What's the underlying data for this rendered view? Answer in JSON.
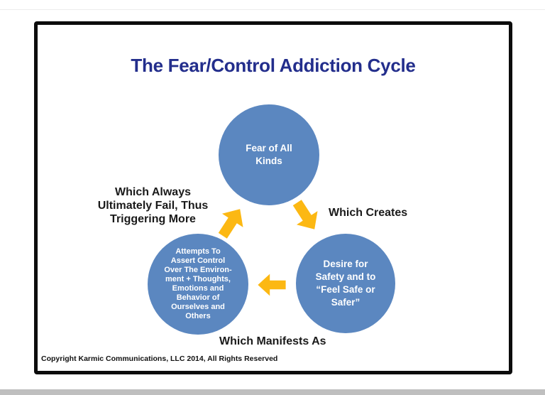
{
  "slide": {
    "title": "The Fear/Control Addiction Cycle",
    "copyright": "Copyright Karmic Communications, LLC 2014, All Rights Reserved"
  },
  "cycle": {
    "nodes": [
      {
        "name": "fear",
        "text": "Fear of All\nKinds"
      },
      {
        "name": "desire",
        "text": "Desire for\nSafety and to\n“Feel Safe or\nSafer”"
      },
      {
        "name": "control",
        "text": "Attempts To\nAssert Control\nOver The Environ-\nment + Thoughts,\nEmotions and\nBehavior of\nOurselves and\nOthers"
      }
    ],
    "edges": [
      {
        "from": "fear",
        "to": "desire",
        "label": "Which Creates"
      },
      {
        "from": "desire",
        "to": "control",
        "label": "Which Manifests As"
      },
      {
        "from": "control",
        "to": "fear",
        "label": "Which Always\nUltimately Fail, Thus\nTriggering More"
      }
    ]
  },
  "colors": {
    "slide_border": "#0c0c0c",
    "circle_fill": "#5b87c0",
    "circle_text": "#ffffff",
    "arrow_fill": "#fcb813",
    "title_text": "#232e8c",
    "label_text": "#1a1a1a"
  }
}
